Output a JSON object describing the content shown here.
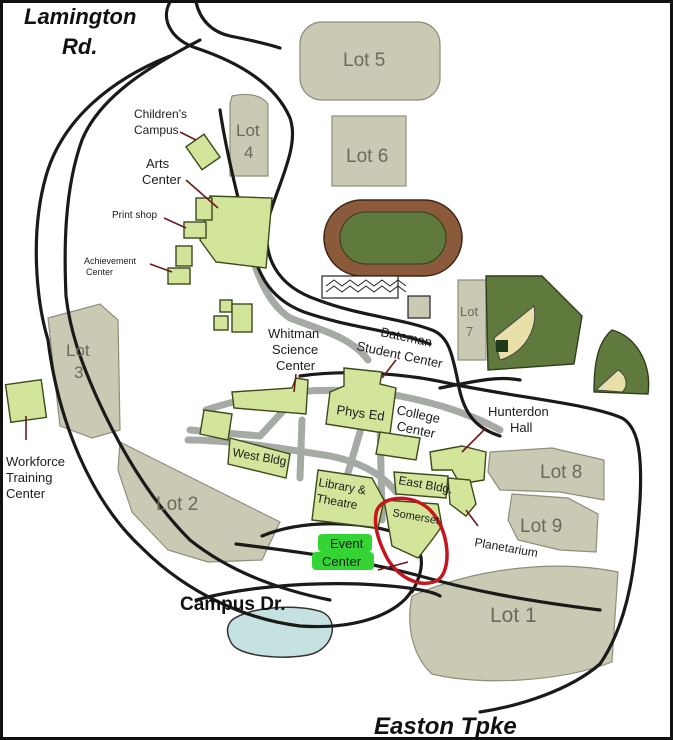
{
  "roads": {
    "lamington_line1": "Lamington",
    "lamington_line2": "Rd.",
    "campus_dr": "Campus Dr.",
    "easton_tpke": "Easton Tpke"
  },
  "lots": {
    "lot5": "Lot 5",
    "lot6": "Lot 6",
    "lot4_line1": "Lot",
    "lot4_line2": "4",
    "lot3_line1": "Lot",
    "lot3_line2": "3",
    "lot7_line1": "Lot",
    "lot7_line2": "7",
    "lot2": "Lot 2",
    "lot8": "Lot 8",
    "lot9": "Lot 9",
    "lot1": "Lot 1"
  },
  "buildings": {
    "childrens_line1": "Children's",
    "childrens_line2": "Campus",
    "arts_line1": "Arts",
    "arts_line2": "Center",
    "print_shop": "Print shop",
    "achievement_line1": "Achievement",
    "achievement_line2": "Center",
    "workforce_line1": "Workforce",
    "workforce_line2": "Training",
    "workforce_line3": "Center",
    "whitman_line1": "Whitman",
    "whitman_line2": "Science",
    "whitman_line3": "Center",
    "bateman_line1": "Bateman",
    "bateman_line2": "Student Center",
    "phys_ed": "Phys Ed",
    "college_line1": "College",
    "college_line2": "Center",
    "hunterdon_line1": "Hunterdon",
    "hunterdon_line2": "Hall",
    "west_bldg": "West Bldg",
    "library_line1": "Library &",
    "library_line2": "Theatre",
    "east_bldg": "East Bldg.",
    "somerset": "Somerset",
    "event_line1": "Event",
    "event_line2": "Center",
    "planetarium": "Planetarium"
  },
  "colors": {
    "building": "#d3e59a",
    "lot": "#cac9b3",
    "field": "#5f7a3c",
    "track": "#8a5a3a",
    "water": "#c5e2e0",
    "highlight_circle": "#c4161c",
    "event_label_bg": "#35d435"
  }
}
